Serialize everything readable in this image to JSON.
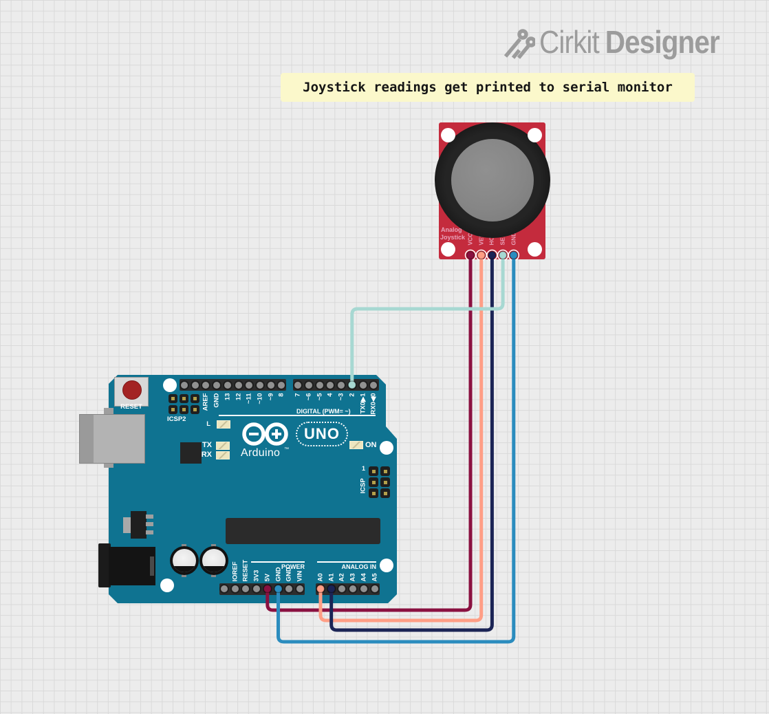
{
  "logo": {
    "brand_light": "Cirkit",
    "brand_bold": "Designer"
  },
  "note": {
    "text": "Joystick readings get printed to serial monitor"
  },
  "joystick": {
    "label_line1": "Analog",
    "label_line2": "Joystick",
    "pins": [
      "VCC",
      "VERT",
      "HORZ",
      "SEL",
      "GND"
    ]
  },
  "arduino": {
    "reset_label": "RESET",
    "icsp2_label": "ICSP2",
    "led_l": "L",
    "led_tx": "TX",
    "led_rx": "RX",
    "brand": "Arduino",
    "tm": "™",
    "model": "UNO",
    "on_label": "ON",
    "icsp_label": "ICSP",
    "icsp_pin1": "1",
    "digital_caption": "DIGITAL (PWM= ~)",
    "power_caption": "POWER",
    "analog_caption": "ANALOG IN",
    "digital_pins_left": [
      "AREF",
      "GND",
      "13",
      "12",
      "~11",
      "~10",
      "~9",
      "8"
    ],
    "digital_pins_right": [
      "7",
      "~6",
      "~5",
      "4",
      "~3",
      "2",
      "TX0▶1",
      "RX0◀0"
    ],
    "power_pins": [
      "IOREF",
      "RESET",
      "3V3",
      "5V",
      "GND",
      "GND",
      "VIN"
    ],
    "analog_pins": [
      "A0",
      "A1",
      "A2",
      "A3",
      "A4",
      "A5"
    ]
  },
  "wires": [
    {
      "name": "wire-vcc-5v",
      "from_pin": "VCC",
      "to_pin": "5V",
      "color": "#8a1140"
    },
    {
      "name": "wire-vert-a0",
      "from_pin": "VERT",
      "to_pin": "A0",
      "color": "#ff9e85"
    },
    {
      "name": "wire-horz-a1",
      "from_pin": "HORZ",
      "to_pin": "A1",
      "color": "#1b2455"
    },
    {
      "name": "wire-sel-d2",
      "from_pin": "SEL",
      "to_pin": "2",
      "color": "#a7d8d2"
    },
    {
      "name": "wire-gnd-gnd",
      "from_pin": "GND",
      "to_pin": "GND",
      "color": "#2b8cbe"
    }
  ],
  "colors": {
    "background": "#ececec",
    "grid_line": "#d9d9d9",
    "note_bg": "#fbf8cb",
    "logo_gray": "#9c9c9c",
    "board_teal": "#0f7391",
    "board_red": "#c42b3d",
    "silkscreen": "#ffffff"
  }
}
